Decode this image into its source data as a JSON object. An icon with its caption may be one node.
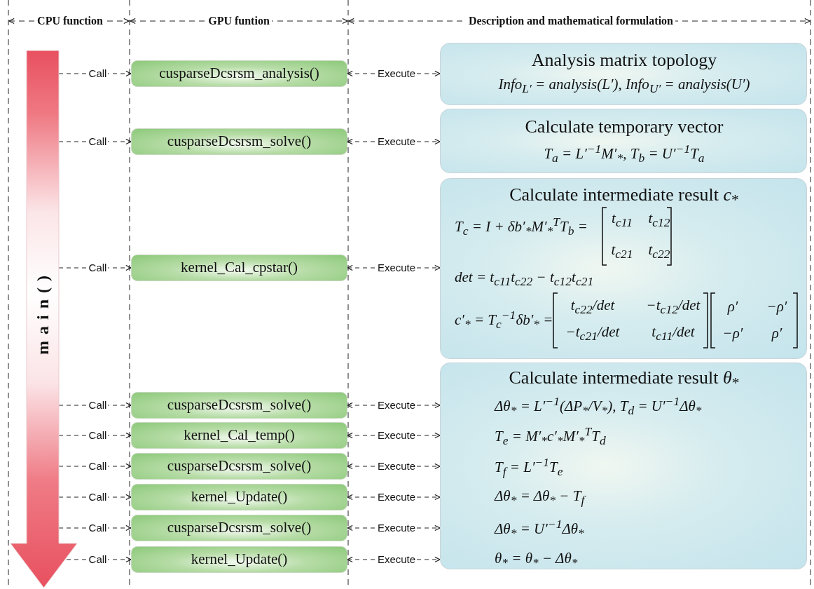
{
  "diagram": {
    "nodes": [
      {
        "text": [
          "main()"
        ]
      },
      {
        "text": [
          "cusparseDcsrsm_analysis()"
        ]
      },
      {
        "text": [
          "cusparseDcsrsm_solve()"
        ]
      },
      {
        "text": [
          "kernel_Cal_cpstar()"
        ]
      },
      {
        "text": [
          "cusparseDcsrsm_solve()"
        ]
      },
      {
        "text": [
          "kernel_Cal_temp()"
        ]
      },
      {
        "text": [
          "cusparseDcsrsm_solve()"
        ]
      },
      {
        "text": [
          "kernel_Update()"
        ]
      },
      {
        "text": [
          "cusparseDcsrsm_solve()"
        ]
      },
      {
        "text": [
          "kernel_Update()"
        ]
      },
      {
        "text": [
          "Analysis matrix topology",
          "Info$_{L′}$ = analysis(L′),  Info$_{U′}$ = analysis(U′)"
        ]
      },
      {
        "text": [
          "Calculate temporary vector",
          "T$_{a}$ = L′$^{−1}$M′$_{*}$,  T$_{b}$ = U′$^{−1}$T$_{a}$"
        ]
      },
      {
        "text": [
          "Calculate intermediate result *c*$_{*}$",
          "T$_{c}$ = I + δb′$_{*}$M′$_{*}$$^{T}$T$_{b}$ =",
          "t$_{c11}$",
          "t$_{c12}$",
          "t$_{c21}$",
          "t$_{c22}$",
          "det = t$_{c11}$t$_{c22}$ − t$_{c12}$t$_{c21}$",
          "c′$_{*}$ = T$_{c}$$^{−1}$δb′$_{*}$ =",
          "t$_{c22}$/det",
          "−t$_{c12}$/det",
          "−t$_{c21}$/det",
          "t$_{c11}$/det",
          "ρ′",
          "−ρ′",
          "−ρ′",
          "ρ′"
        ]
      },
      {
        "text": [
          "Calculate intermediate result *θ*$_{*}$",
          "Δθ$_{*}$ = L′$^{−1}$(ΔP$_{*}$/V$_{*}$),  T$_{d}$ = U′$^{−1}$Δθ$_{*}$",
          "T$_{e}$ = M′$_{*}$c′$_{*}$M′$_{*}$$^{T}$T$_{d}$",
          "T$_{f}$ = L′$^{−1}$T$_{e}$",
          "Δθ$_{*}$ = Δθ$_{*}$ − T$_{f}$",
          "Δθ$_{*}$ = U′$^{−1}$Δθ$_{*}$",
          "θ$_{*}$ = θ$_{*}$ − Δθ$_{*}$"
        ]
      }
    ],
    "edges": [
      {
        "from": 0,
        "to": 1,
        "arrow": "to",
        "label": "Call",
        "style": "dashed"
      },
      {
        "from": 0,
        "to": 2,
        "arrow": "to",
        "label": "Call",
        "style": "dashed"
      },
      {
        "from": 0,
        "to": 3,
        "arrow": "to",
        "label": "Call",
        "style": "dashed"
      },
      {
        "from": 0,
        "to": 4,
        "arrow": "to",
        "label": "Call",
        "style": "dashed"
      },
      {
        "from": 0,
        "to": 5,
        "arrow": "to",
        "label": "Call",
        "style": "dashed"
      },
      {
        "from": 0,
        "to": 6,
        "arrow": "to",
        "label": "Call",
        "style": "dashed"
      },
      {
        "from": 0,
        "to": 7,
        "arrow": "to",
        "label": "Call",
        "style": "dashed"
      },
      {
        "from": 0,
        "to": 8,
        "arrow": "to",
        "label": "Call",
        "style": "dashed"
      },
      {
        "from": 0,
        "to": 9,
        "arrow": "to",
        "label": "Call",
        "style": "dashed"
      },
      {
        "from": 1,
        "to": 10,
        "arrow": "both",
        "label": "Execute",
        "style": "dashed"
      },
      {
        "from": 2,
        "to": 11,
        "arrow": "both",
        "label": "Execute",
        "style": "dashed"
      },
      {
        "from": 3,
        "to": 12,
        "arrow": "both",
        "label": "Execute",
        "style": "dashed"
      },
      {
        "from": 4,
        "to": 13,
        "arrow": "both",
        "label": "Execute",
        "style": "dashed"
      },
      {
        "from": 5,
        "to": 13,
        "arrow": "both",
        "label": "Execute",
        "style": "dashed"
      },
      {
        "from": 6,
        "to": 13,
        "arrow": "both",
        "label": "Execute",
        "style": "dashed"
      },
      {
        "from": 7,
        "to": 13,
        "arrow": "both",
        "label": "Execute",
        "style": "dashed"
      },
      {
        "from": 8,
        "to": 13,
        "arrow": "both",
        "label": "Execute",
        "style": "dashed"
      },
      {
        "from": 9,
        "to": 13,
        "arrow": "both",
        "label": "Execute",
        "style": "dashed"
      }
    ],
    "labels": [
      "CPU function",
      "GPU funtion",
      "Description and mathematical formulation"
    ]
  }
}
